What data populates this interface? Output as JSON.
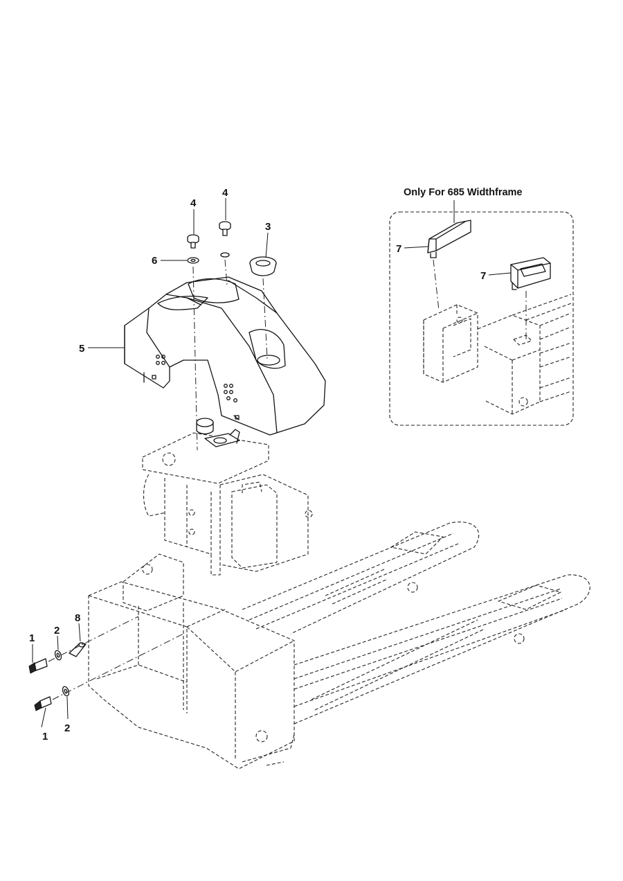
{
  "inset": {
    "title": "Only For 685 Widthframe"
  },
  "callouts": [
    {
      "id": "c-4a",
      "label": "4"
    },
    {
      "id": "c-4b",
      "label": "4"
    },
    {
      "id": "c-3",
      "label": "3"
    },
    {
      "id": "c-6",
      "label": "6"
    },
    {
      "id": "c-5",
      "label": "5"
    },
    {
      "id": "c-7a",
      "label": "7"
    },
    {
      "id": "c-7b",
      "label": "7"
    },
    {
      "id": "c-1a",
      "label": "1"
    },
    {
      "id": "c-2a",
      "label": "2"
    },
    {
      "id": "c-8",
      "label": "8"
    },
    {
      "id": "c-1b",
      "label": "1"
    },
    {
      "id": "c-2b",
      "label": "2"
    }
  ]
}
